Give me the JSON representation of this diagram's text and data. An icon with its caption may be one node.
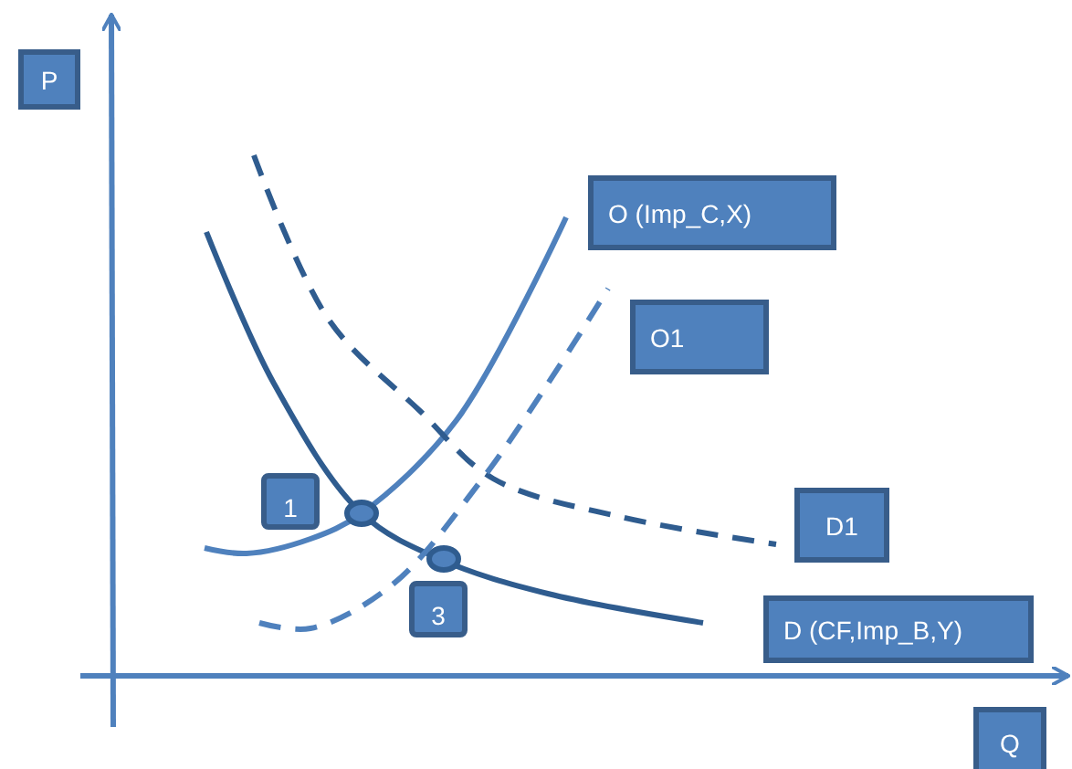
{
  "diagram": {
    "nodes": [
      {
        "text": [
          "P"
        ]
      },
      {
        "text": [
          "O (Imp_C,X)"
        ]
      },
      {
        "text": [
          "O1"
        ]
      },
      {
        "text": [
          "1"
        ]
      },
      {
        "text": [
          "D1"
        ]
      },
      {
        "text": [
          "3"
        ]
      },
      {
        "text": [
          "D (CF,Imp_B,Y)"
        ]
      },
      {
        "text": [
          "Q"
        ]
      }
    ]
  }
}
